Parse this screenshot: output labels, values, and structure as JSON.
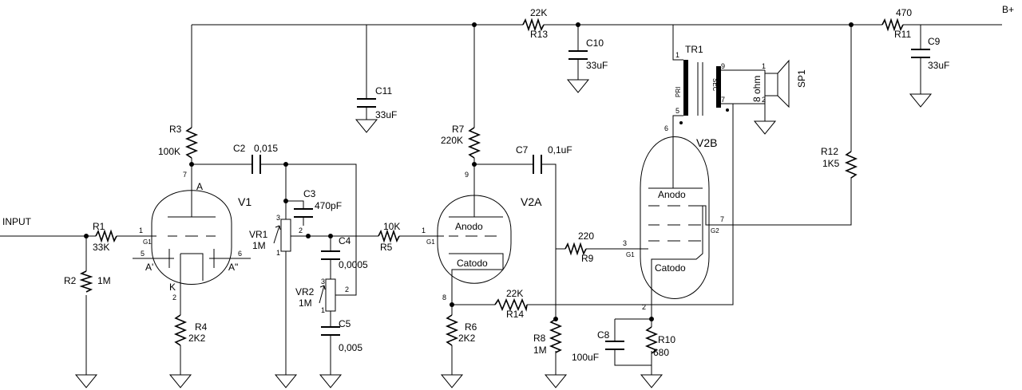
{
  "nets": {
    "input": "INPUT",
    "bplus": "B+"
  },
  "tubes": {
    "v1": "V1",
    "v2a": "V2A",
    "v2b": "V2B",
    "v1_a1": "A'",
    "v1_a2": "A\"",
    "v1_a_top": "A",
    "v1_k": "K",
    "v1_g1": "G1",
    "v2a_g1": "G1",
    "v2b_g1": "G1",
    "v2b_g2": "G2",
    "anodo": "Anodo",
    "catodo": "Catodo"
  },
  "pins": {
    "v1_1": "1",
    "v1_2": "2",
    "v1_5": "5",
    "v1_6": "6",
    "v1_7": "7",
    "v2a_9": "9",
    "v2a_1": "1",
    "v2a_8": "8",
    "v2b_6": "6",
    "v2b_3": "3",
    "v2b_7": "7",
    "v2b_2": "2",
    "vr1_1": "1",
    "vr1_2": "2",
    "vr1_3": "3",
    "vr2_1": "1",
    "vr2_2": "2",
    "vr2_3": "3",
    "tr_1": "1",
    "tr_5": "5",
    "tr_9": "9",
    "tr_7": "7",
    "sp_1": "1",
    "sp_2": "2"
  },
  "transformer": {
    "ref": "TR1",
    "pri": "PRI",
    "sec": "SEC"
  },
  "speaker": {
    "ref": "SP1",
    "value": "8 ohm"
  },
  "components": {
    "r1": {
      "ref": "R1",
      "value": "33K"
    },
    "r2": {
      "ref": "R2",
      "value": "1M"
    },
    "r3": {
      "ref": "R3",
      "value": "100K"
    },
    "r4": {
      "ref": "R4",
      "value": "2K2"
    },
    "r5": {
      "ref": "R5",
      "value": "10K"
    },
    "r6": {
      "ref": "R6",
      "value": "2K2"
    },
    "r7": {
      "ref": "R7",
      "value": "220K"
    },
    "r8": {
      "ref": "R8",
      "value": "1M"
    },
    "r9": {
      "ref": "R9",
      "value": "220"
    },
    "r10": {
      "ref": "R10",
      "value": "680"
    },
    "r11": {
      "ref": "R11",
      "value": "470"
    },
    "r12": {
      "ref": "R12",
      "value": "1K5"
    },
    "r13": {
      "ref": "R13",
      "value": "22K"
    },
    "r14": {
      "ref": "R14",
      "value": "22K"
    },
    "c2": {
      "ref": "C2",
      "value": "0,015"
    },
    "c3": {
      "ref": "C3",
      "value": "470pF"
    },
    "c4": {
      "ref": "C4",
      "value": "0,0005"
    },
    "c5": {
      "ref": "C5",
      "value": "0,005"
    },
    "c7": {
      "ref": "C7",
      "value": "0,1uF"
    },
    "c8": {
      "ref": "C8",
      "value": "100uF"
    },
    "c9": {
      "ref": "C9",
      "value": "33uF"
    },
    "c10": {
      "ref": "C10",
      "value": "33uF"
    },
    "c11": {
      "ref": "C11",
      "value": "33uF"
    },
    "vr1": {
      "ref": "VR1",
      "value": "1M"
    },
    "vr2": {
      "ref": "VR2",
      "value": "1M"
    }
  }
}
